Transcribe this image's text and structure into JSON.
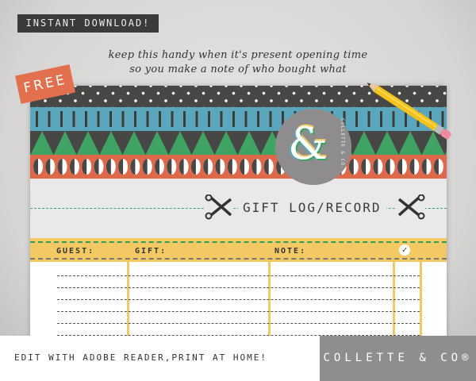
{
  "badge": "INSTANT DOWNLOAD!",
  "tagline": [
    "keep this handy when it's present opening time",
    "so you make a note of who bought what"
  ],
  "free_label": "FREE",
  "logo": {
    "monogram": "&",
    "ring_text": "COLLETTE & CO."
  },
  "title": "GIFT LOG/RECORD",
  "table": {
    "headers": [
      "GUEST:",
      "GIFT:",
      "NOTE:"
    ],
    "check": "✓",
    "rows": 6
  },
  "footer": {
    "text": "EDIT WITH ADOBE READER,PRINT AT HOME!",
    "brand": "COLLETTE & CO®"
  },
  "colors": {
    "dark": "#474745",
    "blue": "#5aa6bd",
    "green": "#3fa364",
    "orange": "#e0684a",
    "yellow": "#f3c963"
  }
}
